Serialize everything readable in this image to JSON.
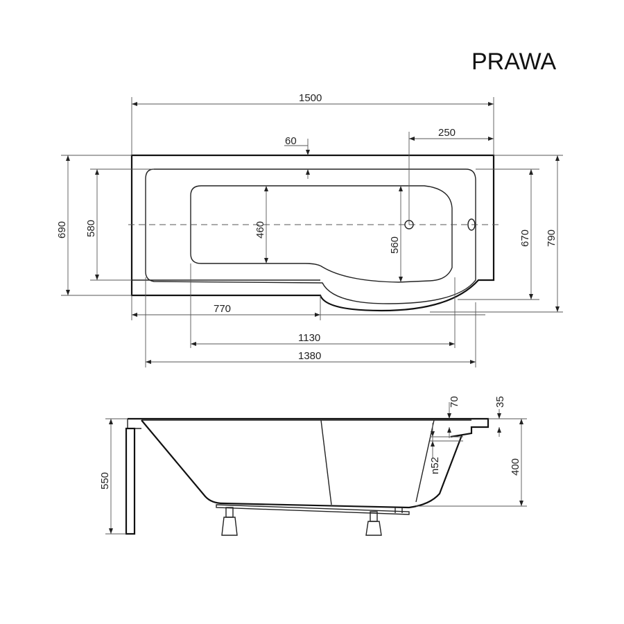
{
  "title": "PRAWA",
  "top_view": {
    "dim_total_length": "1500",
    "dim_offset_60": "60",
    "dim_offset_250": "250",
    "dim_width_690": "690",
    "dim_width_580": "580",
    "dim_inner_460": "460",
    "dim_inner_560": "560",
    "dim_width_670": "670",
    "dim_width_790": "790",
    "dim_770": "770",
    "dim_1130": "1130",
    "dim_1380": "1380"
  },
  "side_view": {
    "dim_70": "70",
    "dim_35": "35",
    "dim_n52": "n52",
    "dim_400": "400",
    "dim_550": "550"
  }
}
